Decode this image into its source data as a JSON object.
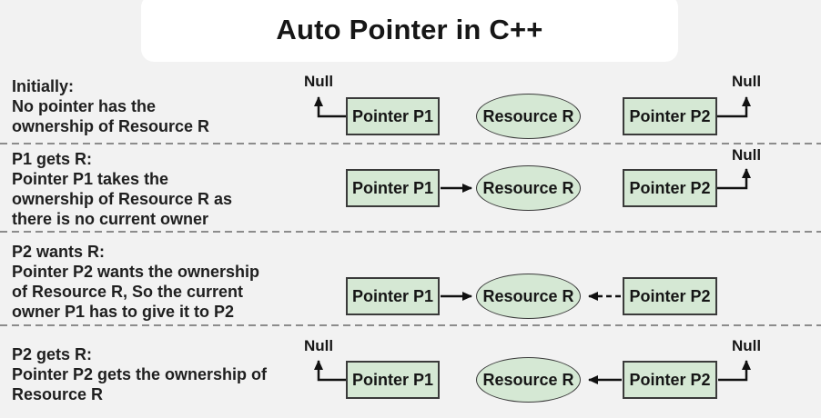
{
  "title": "Auto Pointer in C++",
  "colors": {
    "background": "#f2f2f2",
    "title_card": "#ffffff",
    "shape_fill": "#d5e8d4",
    "shape_border": "#3a3a3a",
    "text": "#1f1f1f",
    "separator": "#8c8c8c",
    "arrow": "#111111"
  },
  "labels": {
    "pointer_p1": "Pointer P1",
    "pointer_p2": "Pointer P2",
    "resource": "Resource R",
    "null_text": "Null"
  },
  "rows": [
    {
      "lines": [
        "Initially:",
        "No pointer has the",
        "ownership of Resource R"
      ],
      "p1_points_to": "null",
      "p2_points_to": "null"
    },
    {
      "lines": [
        "P1 gets R:",
        "Pointer P1 takes the",
        "ownership of Resource R as",
        "there is no current owner"
      ],
      "p1_points_to": "resource",
      "p2_points_to": "null"
    },
    {
      "lines": [
        "P2 wants R:",
        "Pointer P2 wants the ownership",
        "of Resource R, So the current",
        "owner P1 has to give it to P2"
      ],
      "p1_points_to": "resource",
      "p2_points_to": "resource (dashed request)"
    },
    {
      "lines": [
        "P2 gets R:",
        "Pointer P2 gets the ownership of",
        "Resource R"
      ],
      "p1_points_to": "null",
      "p2_points_to": "resource"
    }
  ]
}
